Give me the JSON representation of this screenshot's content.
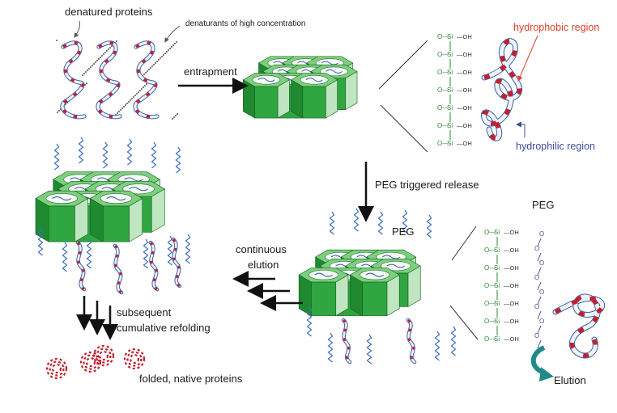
{
  "labels": {
    "denatured_proteins": "denatured proteins",
    "denaturants": "denaturants of high concentration",
    "entrapment": "entrapment",
    "hydrophobic_region": "hydrophobic region",
    "hydrophilic_region": "hydrophilic region",
    "peg_triggered_release": "PEG triggered release",
    "peg_center": "PEG",
    "peg_right": "PEG",
    "continuous_elution_line1": "continuous",
    "continuous_elution_line2": "elution",
    "subsequent_line1": "subsequent",
    "subsequent_line2": "cumulative refolding",
    "folded_native": "folded, native proteins",
    "elution": "Elution"
  },
  "chem": {
    "si": "Si",
    "oh": "OH",
    "o": "O"
  },
  "colors": {
    "matrix_green": "#2fa640",
    "matrix_light": "#bfe6c0",
    "hydrophobic_red": "#c41e2a",
    "hydrophilic_blue": "#4a78c8",
    "chem_green": "#2a8a3a",
    "peg_purple": "#5a4a9a",
    "arrow": "#111111",
    "elution_teal": "#1f8a8a"
  }
}
